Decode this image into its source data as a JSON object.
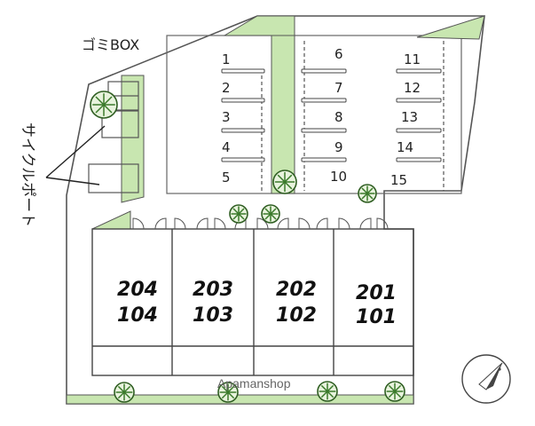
{
  "labels": {
    "garbage": "ゴミBOX",
    "cycle_port": "サイクルポート",
    "watermark": "Apamanshop"
  },
  "parking": {
    "left": [
      "1",
      "2",
      "3",
      "4",
      "5"
    ],
    "middle": [
      "6",
      "7",
      "8",
      "9",
      "10"
    ],
    "right": [
      "11",
      "12",
      "13",
      "14",
      "15"
    ]
  },
  "units": [
    {
      "upper": "204",
      "lower": "104"
    },
    {
      "upper": "203",
      "lower": "103"
    },
    {
      "upper": "202",
      "lower": "102"
    },
    {
      "upper": "201",
      "lower": "101"
    }
  ],
  "colors": {
    "green": "#c8e6b0",
    "line": "#555555",
    "tree": "#3a7a2a"
  }
}
